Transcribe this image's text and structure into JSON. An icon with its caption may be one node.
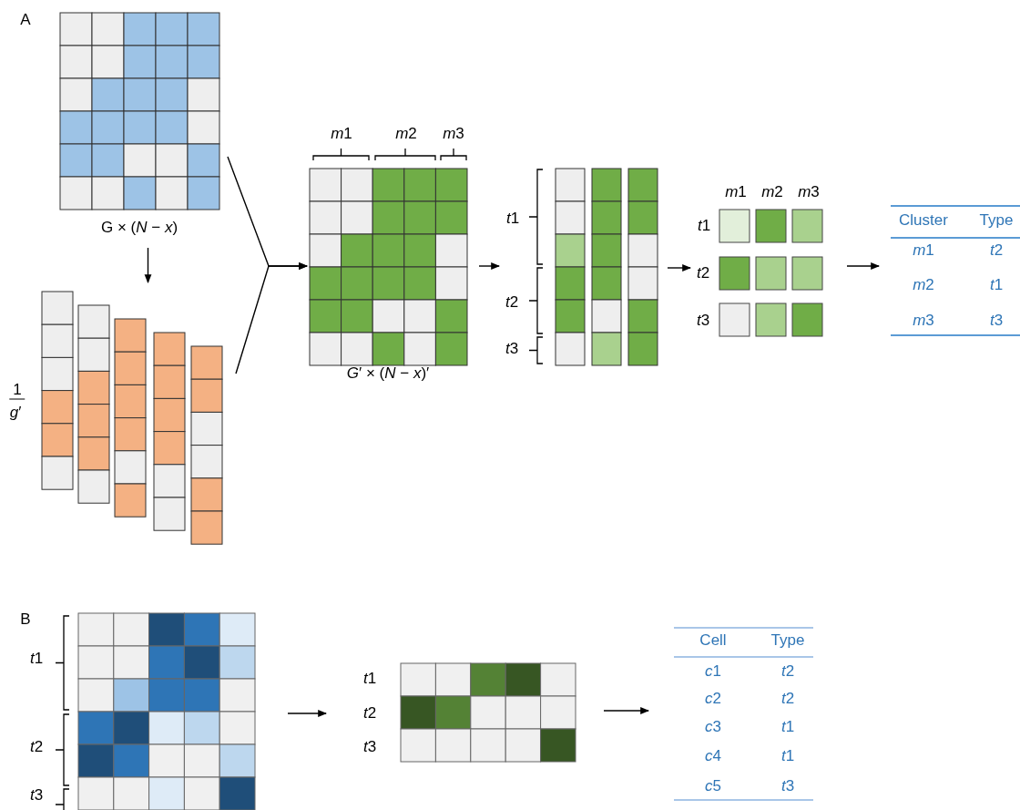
{
  "diagram": {
    "nodes": [
      {
        "text": [],
        "shape": "box",
        "beside": [
          "G × (*N* − *x*)"
        ]
      },
      {
        "text": [],
        "shape": "box",
        "beside": [
          "1",
          "*g*′"
        ]
      },
      {
        "text": [],
        "shape": "box",
        "beside": [
          "*G*′ × (*N* − *x*)′",
          "m1",
          "m2",
          "m3"
        ]
      },
      {
        "text": [],
        "shape": "box",
        "beside": [
          "t1",
          "t2",
          "t3"
        ]
      },
      {
        "text": [],
        "shape": "box",
        "beside": [
          "m1",
          "m2",
          "m3",
          "t1",
          "t2",
          "t3"
        ]
      },
      {
        "text": [
          "Cluster",
          "Type",
          "m1",
          "t2",
          "m2",
          "t1",
          "m3",
          "t3"
        ]
      },
      {
        "text": [],
        "shape": "box",
        "beside": [
          "t1",
          "t2",
          "t3"
        ]
      },
      {
        "text": [],
        "shape": "box",
        "beside": [
          "t1",
          "t2",
          "t3"
        ]
      },
      {
        "text": [
          "Cell",
          "Type",
          "c1",
          "t2",
          "c2",
          "t2",
          "c3",
          "t1",
          "c4",
          "t1",
          "c5",
          "t3"
        ]
      }
    ],
    "edges": [
      {
        "from": 0,
        "to": 1,
        "arrow": "to"
      },
      {
        "from": 0,
        "to": 2,
        "arrow": "to"
      },
      {
        "from": 1,
        "to": 2,
        "arrow": "to"
      },
      {
        "from": 2,
        "to": 3,
        "arrow": "to"
      },
      {
        "from": 3,
        "to": 4,
        "arrow": "to"
      },
      {
        "from": 4,
        "to": 5,
        "arrow": "to"
      },
      {
        "from": 6,
        "to": 7,
        "arrow": "to"
      },
      {
        "from": 7,
        "to": 8,
        "arrow": "to"
      }
    ],
    "labels": [
      "A",
      "B"
    ]
  }
}
